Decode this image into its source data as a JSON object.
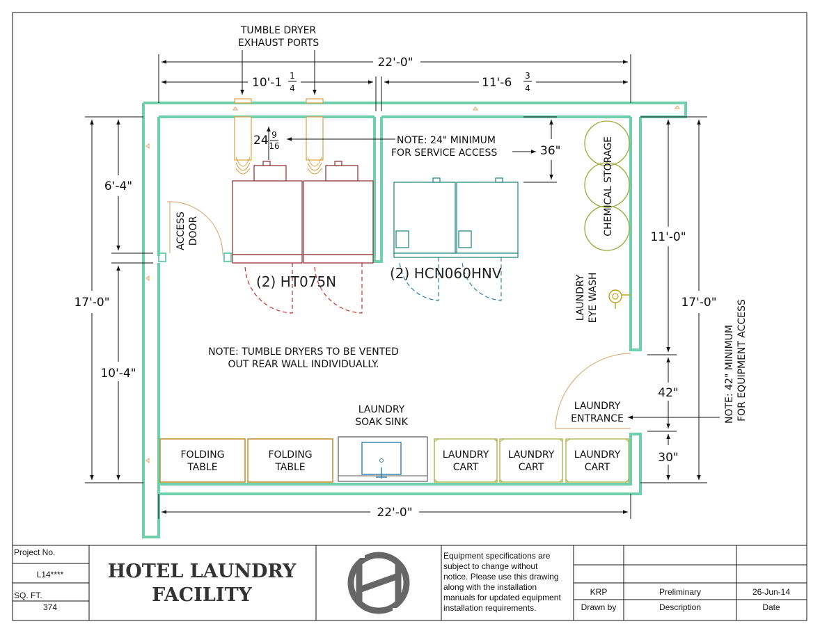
{
  "drawing": {
    "labels": {
      "exhaust_line1": "TUMBLE DRYER",
      "exhaust_line2": "EXHAUST PORTS",
      "note_service_line1": "NOTE: 24\" MINIMUM",
      "note_service_line2": "FOR SERVICE ACCESS",
      "access_door_line1": "ACCESS",
      "access_door_line2": "DOOR",
      "dryer_model": "(2)  HT075N",
      "washer_model": "(2)  HCN060HNV",
      "chemical_storage": "CHEMICAL STORAGE",
      "eyewash_line1": "LAUNDRY",
      "eyewash_line2": "EYE WASH",
      "note_vent_line1": "NOTE: TUMBLE DRYERS TO BE VENTED",
      "note_vent_line2": "OUT REAR WALL INDIVIDUALLY.",
      "sink_line1": "LAUNDRY",
      "sink_line2": "SOAK SINK",
      "entrance_line1": "LAUNDRY",
      "entrance_line2": "ENTRANCE",
      "note_equip_line1": "NOTE: 42\" MINIMUM",
      "note_equip_line2": "FOR EQUIPMENT ACCESS",
      "folding_table_line1": "FOLDING",
      "folding_table_line2": "TABLE",
      "cart_line1": "LAUNDRY",
      "cart_line2": "CART"
    },
    "dimensions": {
      "overall_top": "22'-0\"",
      "top_left": "10'-1",
      "top_left_num": "1",
      "top_left_den": "4",
      "top_right": "11'-6",
      "top_right_num": "3",
      "top_right_den": "4",
      "clearance": "24",
      "clearance_num": "9",
      "clearance_den": "16",
      "service": "36\"",
      "left_upper": "6'-4\"",
      "left_overall": "17'-0\"",
      "left_lower": "10'-4\"",
      "right_upper": "11'-0\"",
      "right_overall": "17'-0\"",
      "right_entry": "42\"",
      "right_bottom": "30\"",
      "overall_bottom": "22'-0\""
    }
  },
  "title_block": {
    "project_label": "Project No.",
    "project_value": "L14****",
    "sqft_label": "SQ. FT.",
    "sqft_value": "374",
    "title_line1": "HOTEL LAUNDRY",
    "title_line2": "FACILITY",
    "disclaimer": [
      "Equipment specifications are",
      "subject to change without",
      "notice. Please use this drawing",
      "along with the installation",
      "manuals for updated equipment",
      "installation requirements."
    ],
    "drawn_by_value": "KRP",
    "drawn_by_label": "Drawn by",
    "description_value": "Preliminary",
    "description_label": "Description",
    "date_value": "26-Jun-14",
    "date_label": "Date"
  },
  "colors": {
    "wall": "#6fd0ae",
    "dryer": "#8a2a2a",
    "washer": "#2b8a8a",
    "table": "#c08a2a"
  }
}
